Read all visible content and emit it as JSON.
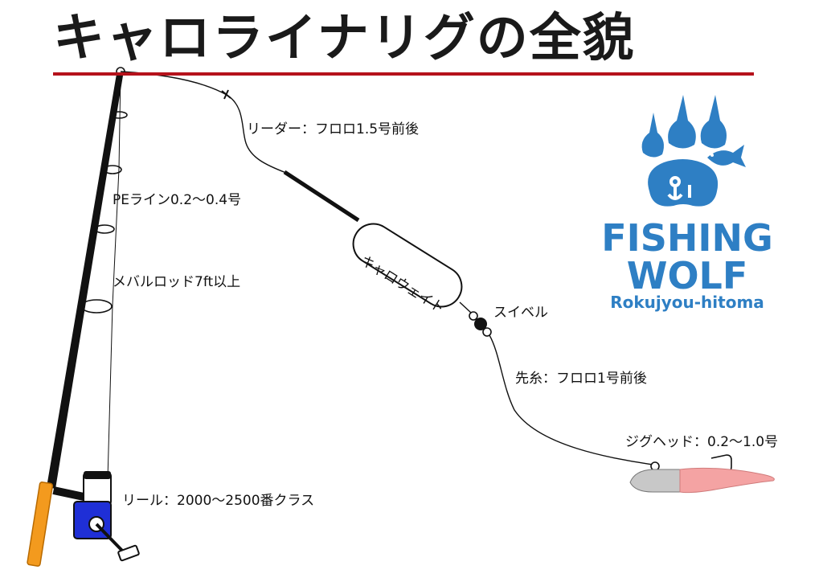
{
  "title": "キャロライナリグの全貌",
  "labels": {
    "leader": "リーダー：フロロ1.5号前後",
    "pe_line": "PEライン0.2～0.4号",
    "rod": "メバルロッド7ft以上",
    "weight": "キャロウェイト",
    "swivel": "スイベル",
    "tippet": "先糸：フロロ1号前後",
    "jighead": "ジグヘッド：0.2～1.0号",
    "reel": "リール：2000～2500番クラス"
  },
  "logo": {
    "line1": "FISHING",
    "line2": "WOLF",
    "subtitle": "Rokujyou-hitoma",
    "color": "#2e7fc4"
  },
  "colors": {
    "title_underline": "#b5121b",
    "reel_body": "#1f2fd6",
    "rod_grip": "#f39a1e",
    "sinker": "#c8c8c8",
    "worm": "#f4a3a3"
  }
}
